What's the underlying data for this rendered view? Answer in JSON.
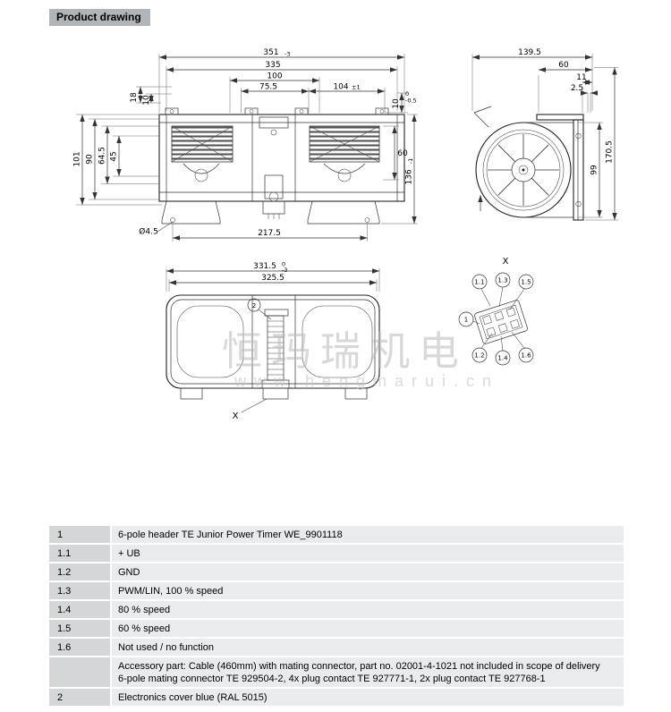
{
  "header": {
    "title": "Product drawing"
  },
  "watermark": {
    "line1": "恒玛瑞机电",
    "line2": "www.hengmarui.cn"
  },
  "front": {
    "dim_351": "351",
    "dim_351_tol": "-3",
    "dim_335": "335",
    "dim_100": "100",
    "dim_75_5": "75.5",
    "dim_104": "104",
    "dim_104_tol": "±1",
    "dim_18": "18",
    "dim_10": "10",
    "dim_101": "101",
    "dim_90": "90",
    "dim_64_5": "64.5",
    "dim_45": "45",
    "dim_10r": "10",
    "dim_10r_tol_top": "0",
    "dim_10r_tol_bot": "-0.5",
    "dim_60": "60",
    "dim_136": "136",
    "dim_136_tol": "-1",
    "dim_hole": "Ø4.5",
    "dim_217_5": "217.5"
  },
  "side": {
    "dim_139_5": "139.5",
    "dim_60": "60",
    "dim_11": "11",
    "dim_2_5": "2.5",
    "dim_99": "99",
    "dim_170_5": "170.5"
  },
  "bottom": {
    "dim_331_5": "331.5",
    "dim_331_5_tol_top": "0",
    "dim_331_5_tol_bot": "-3",
    "dim_325_5": "325.5",
    "label_2": "2",
    "label_x": "X"
  },
  "connector": {
    "title": "X",
    "pin_1_1": "1.1",
    "pin_1_3": "1.3",
    "pin_1_5": "1.5",
    "pin_1": "1",
    "pin_1_2": "1.2",
    "pin_1_4": "1.4",
    "pin_1_6": "1.6"
  },
  "table": {
    "rows": [
      {
        "num": "1",
        "text": "6-pole header TE Junior Power Timer WE_9901118"
      },
      {
        "num": "1.1",
        "text": "+ UB"
      },
      {
        "num": "1.2",
        "text": "GND"
      },
      {
        "num": "1.3",
        "text": "PWM/LIN, 100 % speed"
      },
      {
        "num": "1.4",
        "text": "80 % speed"
      },
      {
        "num": "1.5",
        "text": "60 % speed"
      },
      {
        "num": "1.6",
        "text": "Not used / no function"
      },
      {
        "num": "",
        "text": "Accessory part: Cable (460mm) with mating connector, part no. 02001-4-1021 not included in scope of delivery",
        "text2": "6-pole mating connector TE 929504-2, 4x plug contact TE 927771-1, 2x plug contact TE 927768-1"
      },
      {
        "num": "2",
        "text": "Electronics cover blue (RAL 5015)"
      }
    ]
  }
}
